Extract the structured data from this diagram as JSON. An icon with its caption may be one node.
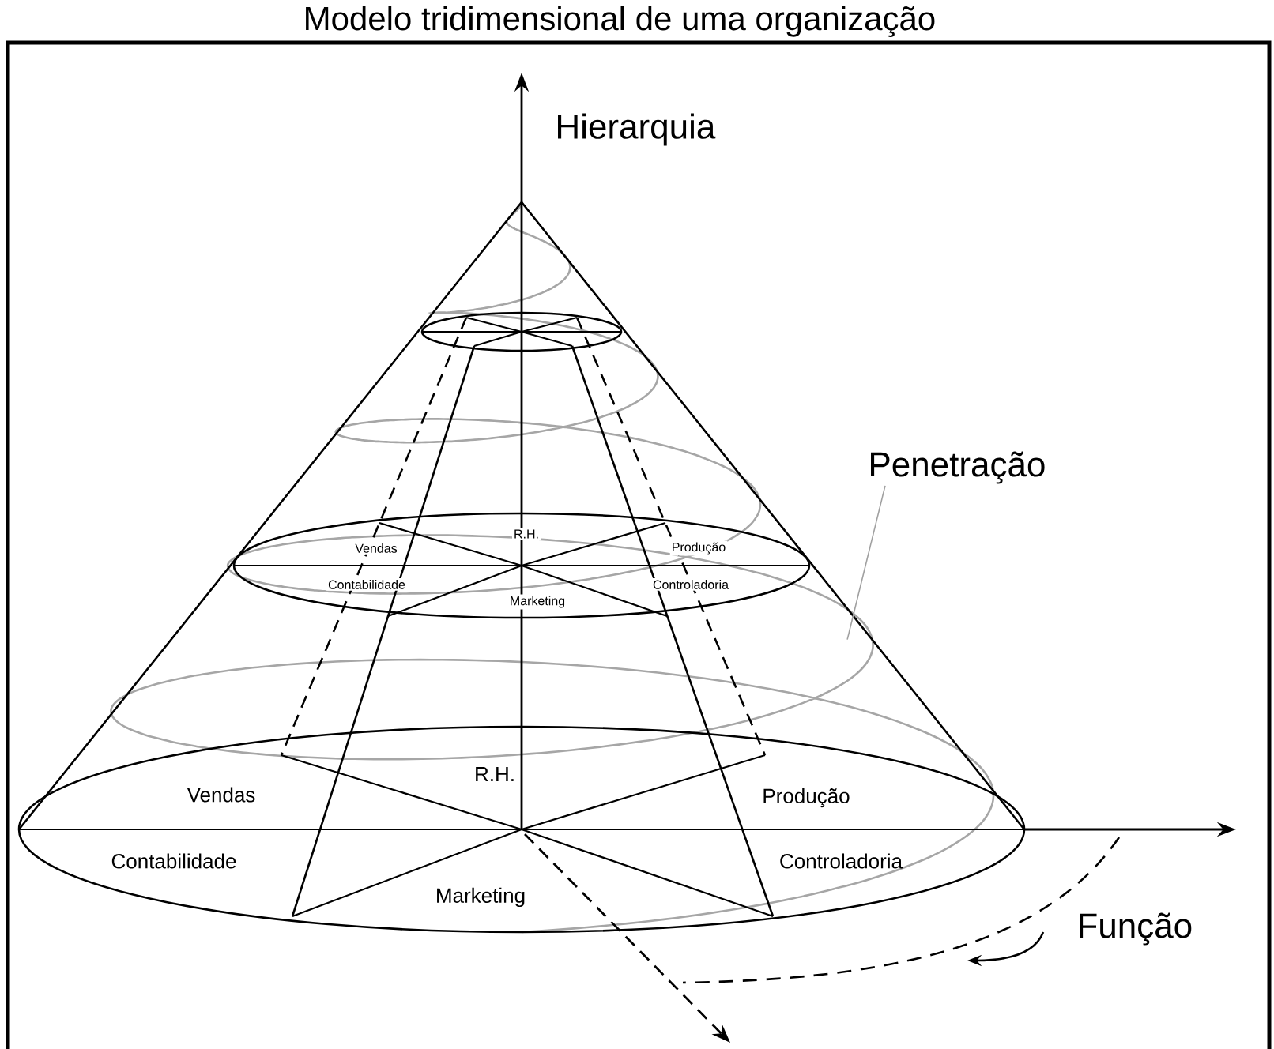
{
  "diagram": {
    "title": "Modelo tridimensional de uma organização",
    "nodes": [
      {
        "text": [
          "Penetração"
        ]
      },
      {
        "text": [],
        "shape": "spiral"
      }
    ],
    "edges": [
      {
        "from": 0,
        "to": 1,
        "arrow": "none",
        "color": "#a0a0a0"
      }
    ],
    "labels": [
      "Hierarquia",
      "R.H.",
      "Vendas",
      "Produção",
      "Contabilidade",
      "Controladoria",
      "Marketing",
      "Vendas",
      "R.H.",
      "Produção",
      "Contabilidade",
      "Controladoria",
      "Marketing",
      "Função"
    ]
  }
}
